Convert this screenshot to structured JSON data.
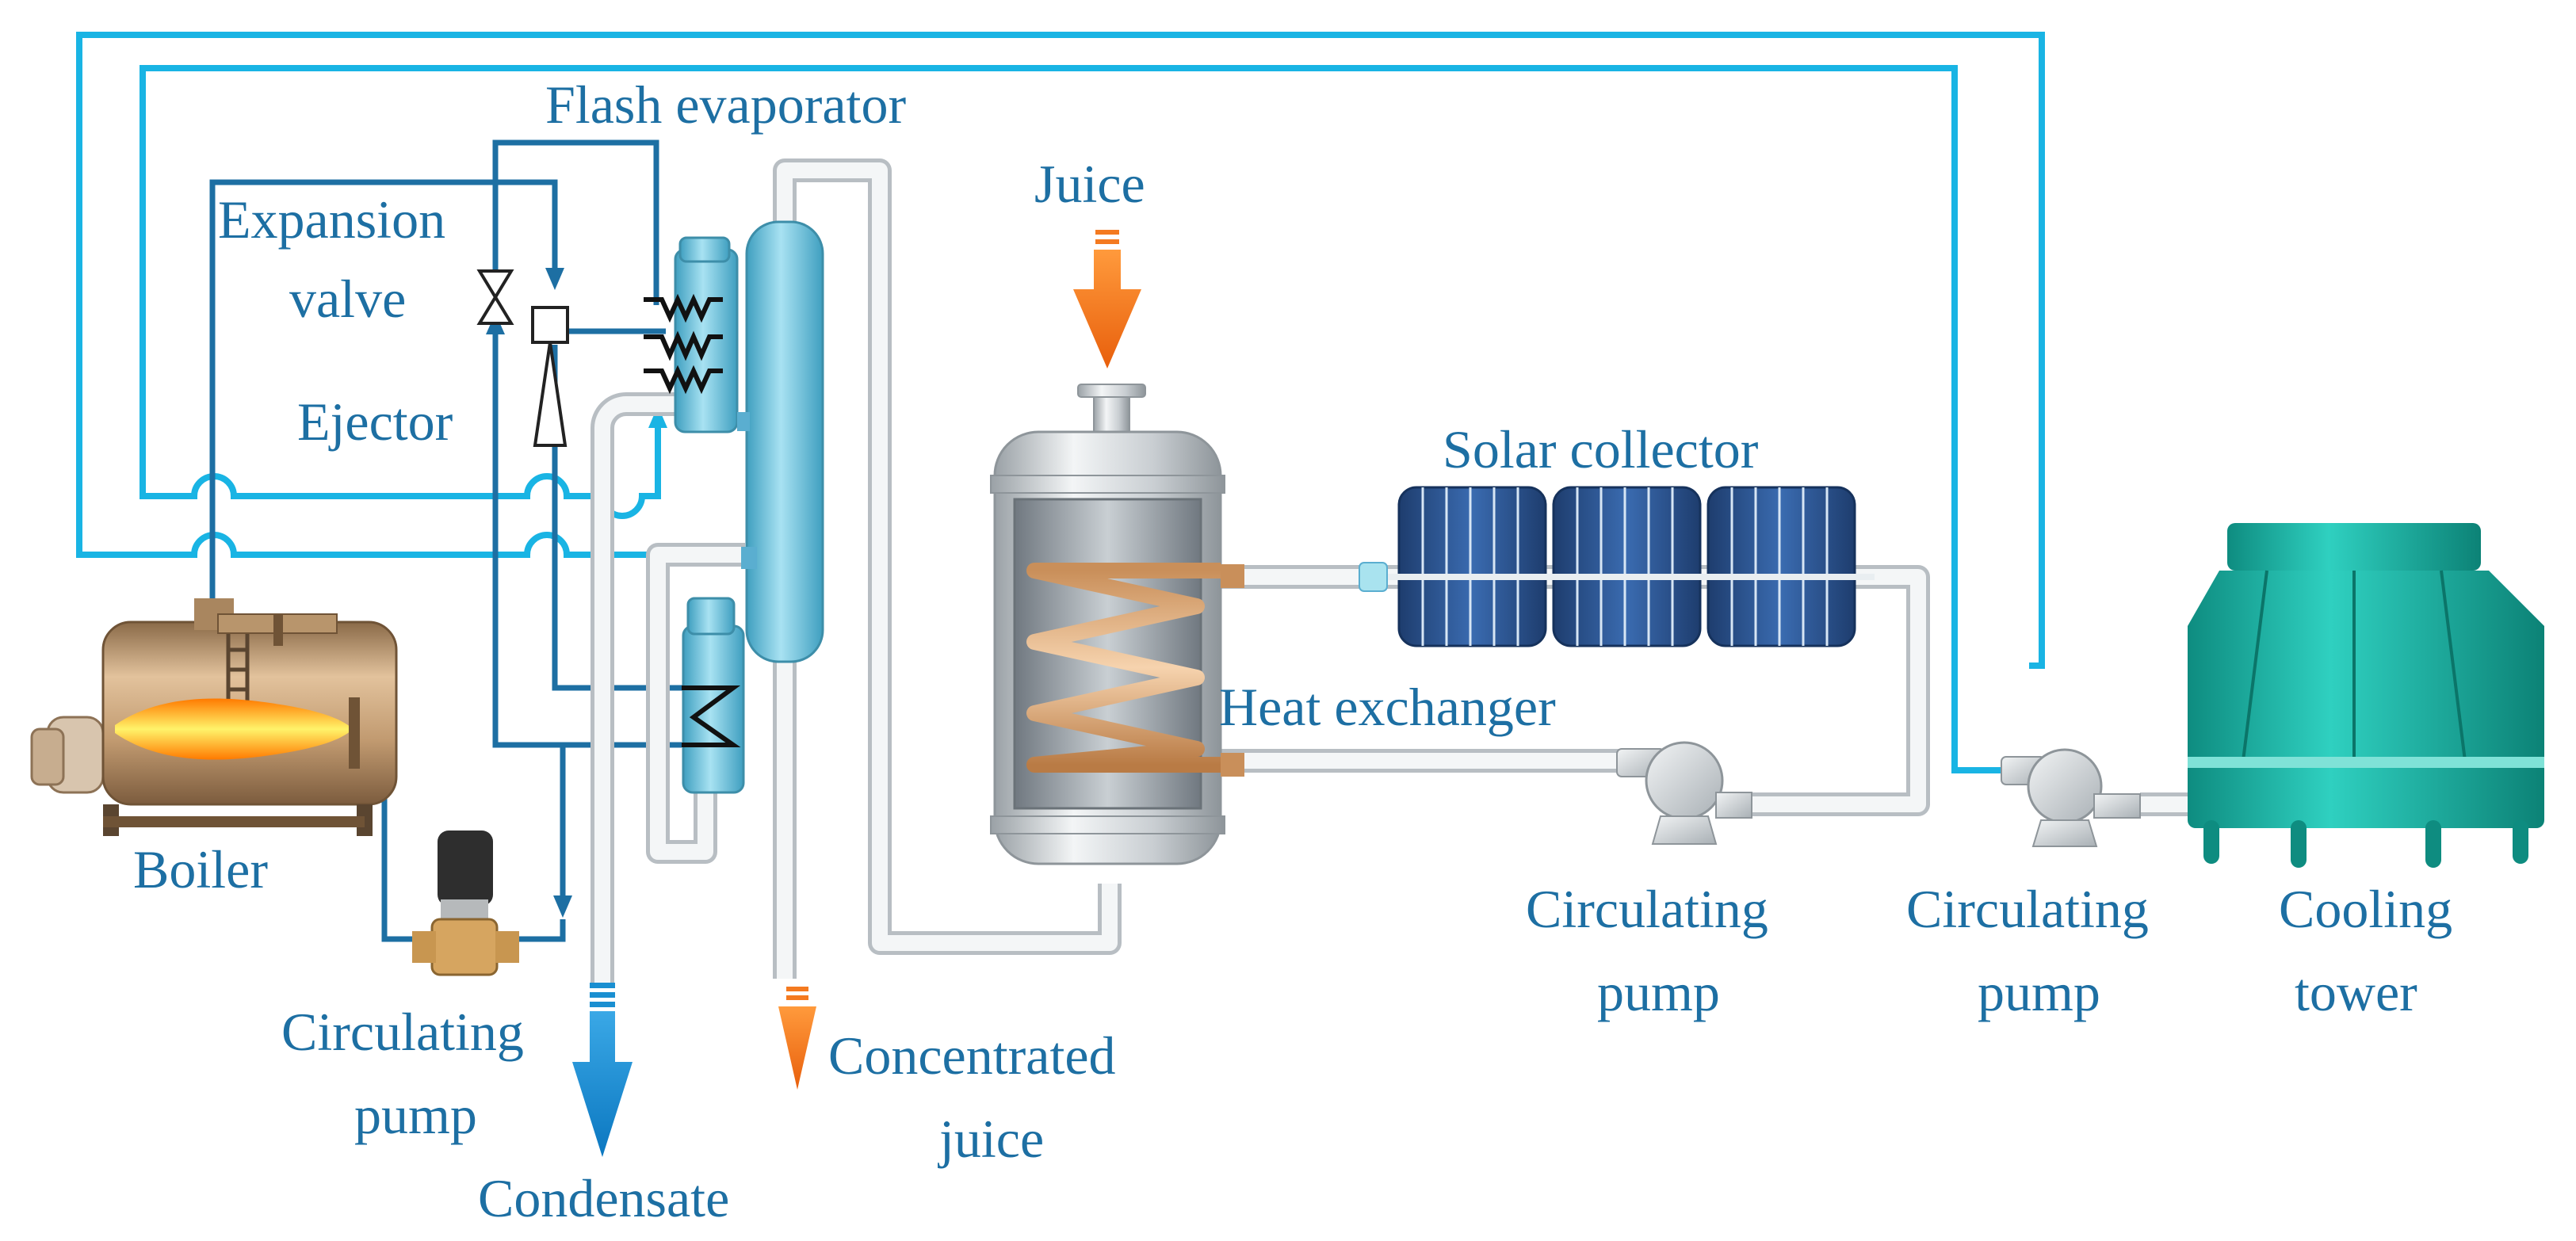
{
  "labels": {
    "flash_evaporator": "Flash evaporator",
    "expansion_valve_line1": "Expansion",
    "expansion_valve_line2": "valve",
    "ejector": "Ejector",
    "juice": "Juice",
    "solar_collector": "Solar collector",
    "heat_exchanger": "Heat exchanger",
    "boiler": "Boiler",
    "circulating_pump_left_line1": "Circulating",
    "circulating_pump_left_line2": "pump",
    "condensate": "Condensate",
    "concentrated_juice_line1": "Concentrated",
    "concentrated_juice_line2": "juice",
    "circulating_pump_mid_line1": "Circulating",
    "circulating_pump_mid_line2": "pump",
    "circulating_pump_right_line1": "Circulating",
    "circulating_pump_right_line2": "pump",
    "cooling_tower_line1": "Cooling",
    "cooling_tower_line2": "tower"
  },
  "colors": {
    "label_text": "#1d6fa3",
    "cooling_water_pipe": "#19b4e4",
    "refrigerant_pipe": "#1d6fa3",
    "juice_arrow": "#f47a20",
    "condensate_arrow": "#1a8fd1",
    "cooling_tower": "#1ab3a6",
    "boiler": "#c19a70",
    "vessel": "#6cc2dd",
    "solar_panel": "#2a4f86"
  }
}
